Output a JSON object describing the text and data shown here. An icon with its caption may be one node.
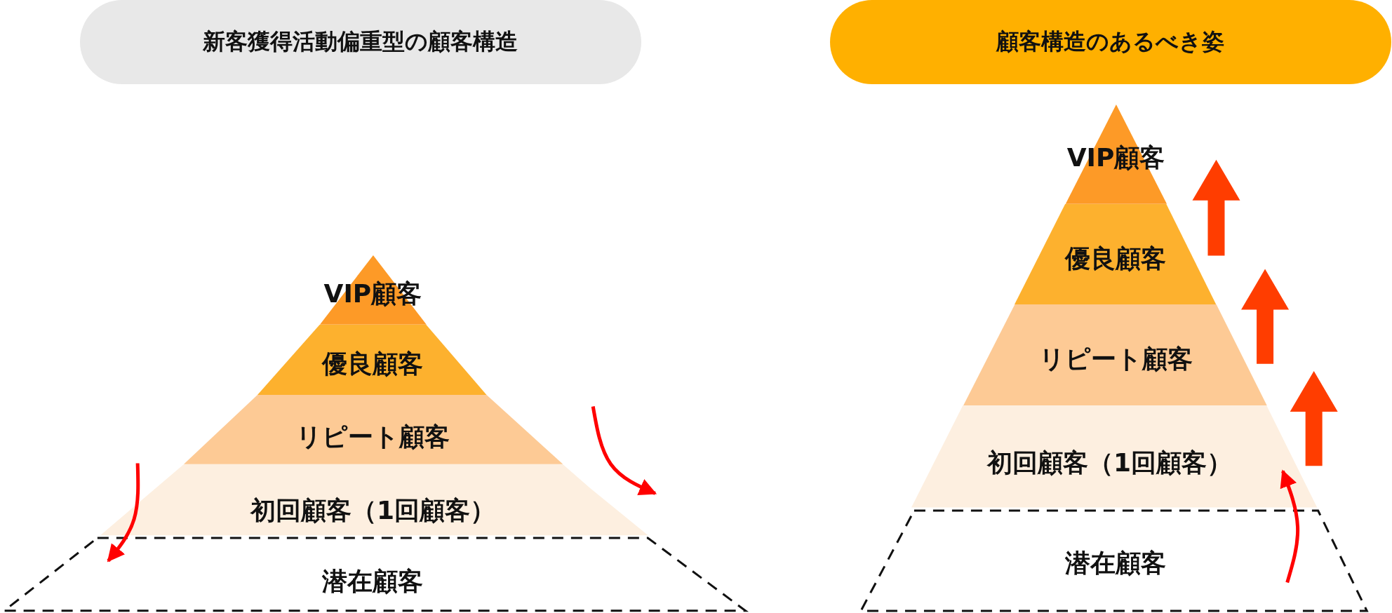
{
  "diagram": {
    "nodes": [
      {
        "text": [
          "新客獲得活動偏重型の顧客構造"
        ]
      },
      {
        "text": [
          "VIP顧客"
        ]
      },
      {
        "text": [
          "優良顧客"
        ]
      },
      {
        "text": [
          "リピート顧客"
        ]
      },
      {
        "text": [
          "初回顧客（1回顧客）"
        ]
      },
      {
        "text": [
          "潜在顧客"
        ]
      },
      {
        "text": [
          "顧客構造のあるべき姿"
        ]
      },
      {
        "text": [
          "VIP顧客"
        ]
      },
      {
        "text": [
          "優良顧客"
        ]
      },
      {
        "text": [
          "リピート顧客"
        ]
      },
      {
        "text": [
          "初回顧客（1回顧客）"
        ]
      },
      {
        "text": [
          "潜在顧客"
        ]
      }
    ],
    "edges": [
      {
        "from": 11,
        "to": 10,
        "arrow": "to",
        "color": "#ff0000"
      }
    ]
  }
}
